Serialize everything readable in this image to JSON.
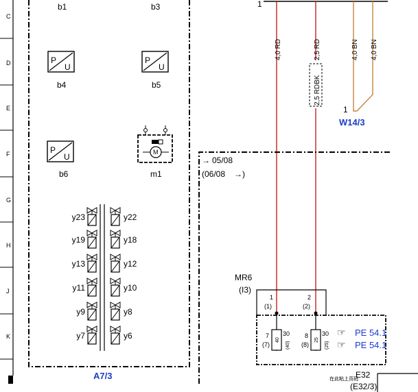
{
  "rows": [
    "C",
    "D",
    "E",
    "F",
    "G",
    "H",
    "J",
    "K"
  ],
  "components": {
    "b1": "b1",
    "b3": "b3",
    "b4": "b4",
    "b5": "b5",
    "b6": "b6",
    "m1": "m1",
    "p": "P",
    "u": "U",
    "m": "M"
  },
  "valves": {
    "left": [
      "y23",
      "y19",
      "y13",
      "y11",
      "y9",
      "y7"
    ],
    "right": [
      "y22",
      "y18",
      "y12",
      "y10",
      "y8",
      "y6"
    ]
  },
  "modules": {
    "a73": "A7/3",
    "w143": "W14/3",
    "e32": "E32",
    "e32sub": "(E32/3)"
  },
  "wires": {
    "w1": "4,0 RD",
    "w2": "2,5 RD",
    "w2b": "2,5 RDBK",
    "w3": "4,0 BN",
    "w4": "4,0 BN"
  },
  "pins": {
    "top1": "1",
    "w14pin": "1"
  },
  "dates": {
    "from": "05/08",
    "to": "(06/08"
  },
  "connector": {
    "name": "MR6",
    "ref": "(I3)",
    "pin1": "1",
    "pin1b": "(1)",
    "pin2": "2",
    "pin2b": "(2)"
  },
  "fuses": {
    "f7": "7",
    "f7b": "(7)",
    "f7v": "40",
    "f7c": "30",
    "f7cb": "(40)",
    "f8": "8",
    "f8b": "(8)",
    "f8v": "25",
    "f8c": "30",
    "f8cb": "(25)"
  },
  "refs": {
    "pe1": "PE 54.1",
    "pe2": "PE 54.1"
  },
  "footer": "在此粘上页码",
  "colors": {
    "red_wire": "#c81e1e",
    "brown_wire": "#c8823c",
    "blue_label": "#1a3cc8"
  }
}
